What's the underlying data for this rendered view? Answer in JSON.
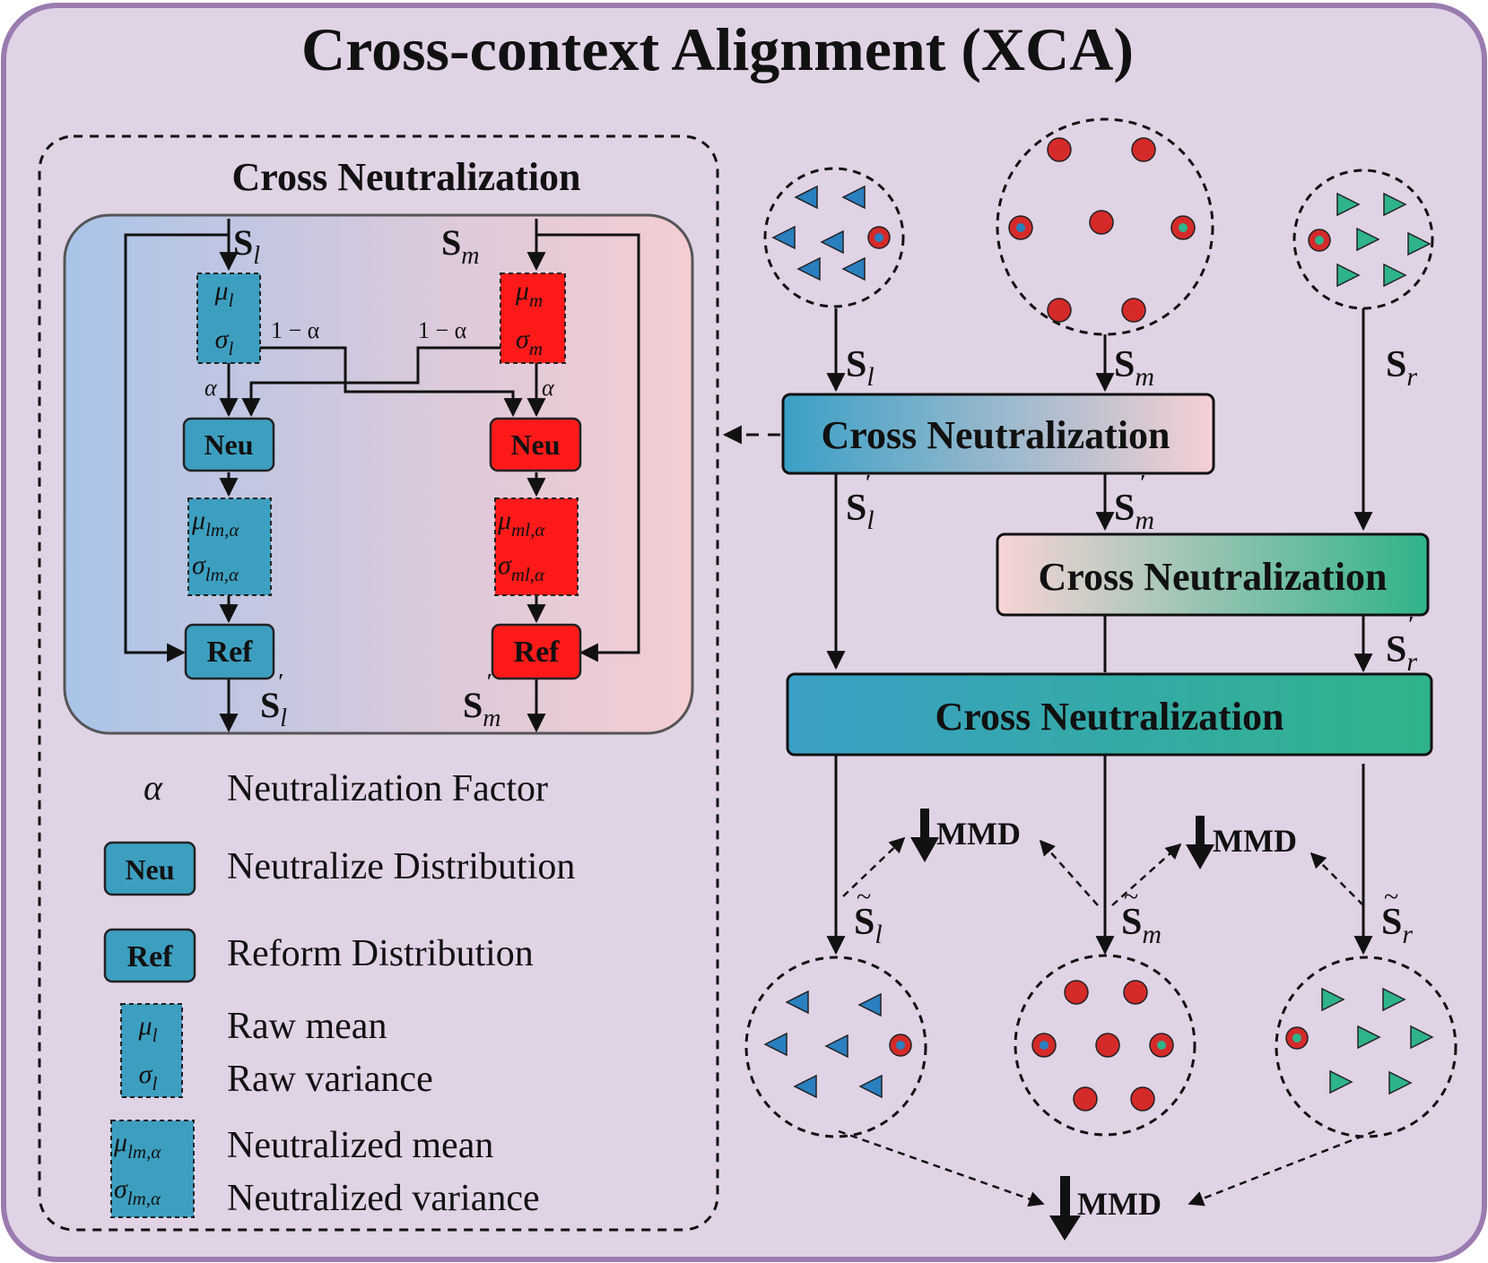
{
  "title": "Cross-context Alignment (XCA)",
  "inset_title": "Cross Neutralization",
  "inputs": {
    "left": "S",
    "left_sub": "l",
    "middle": "S",
    "middle_sub": "m"
  },
  "stats": {
    "mu_l": "μ",
    "mu_l_sub": "l",
    "sigma_l": "σ",
    "sigma_l_sub": "l",
    "mu_m": "μ",
    "mu_m_sub": "m",
    "sigma_m": "σ",
    "sigma_m_sub": "m",
    "mu_lm": "μ",
    "mu_lm_sub": "lm,α",
    "sigma_lm": "σ",
    "sigma_lm_sub": "lm,α",
    "mu_ml": "μ",
    "mu_ml_sub": "ml,α",
    "sigma_ml": "σ",
    "sigma_ml_sub": "ml,α"
  },
  "weights": {
    "one_minus_alpha": "1 − α",
    "alpha": "α"
  },
  "boxes": {
    "neu": "Neu",
    "ref": "Ref"
  },
  "outputs": {
    "left": "S",
    "left_sub": "l",
    "right": "S",
    "right_sub": "m",
    "prime": "′"
  },
  "legend": {
    "alpha_symbol": "α",
    "alpha_label": "Neutralization Factor",
    "neu_label": "Neutralize Distribution",
    "ref_label": "Reform Distribution",
    "raw_mean": "Raw mean",
    "raw_variance": "Raw variance",
    "neutralized_mean": "Neutralized mean",
    "neutralized_variance": "Neutralized variance"
  },
  "pipeline": {
    "block1": "Cross Neutralization",
    "block2": "Cross Neutralization",
    "block3": "Cross Neutralization",
    "s_l": "S",
    "s_l_sub": "l",
    "s_m": "S",
    "s_m_sub": "m",
    "s_r": "S",
    "s_r_sub": "r",
    "tilde": "~",
    "mmd": "MMD"
  },
  "colors": {
    "background": "#e0d3e6",
    "border": "#9b7bb0",
    "blue": "#3d9fc0",
    "red": "#ff1a1a",
    "green": "#2fb38a",
    "dot_red": "#d42a2a",
    "tri_blue": "#2a7fbf",
    "tri_green": "#2fb38a"
  }
}
